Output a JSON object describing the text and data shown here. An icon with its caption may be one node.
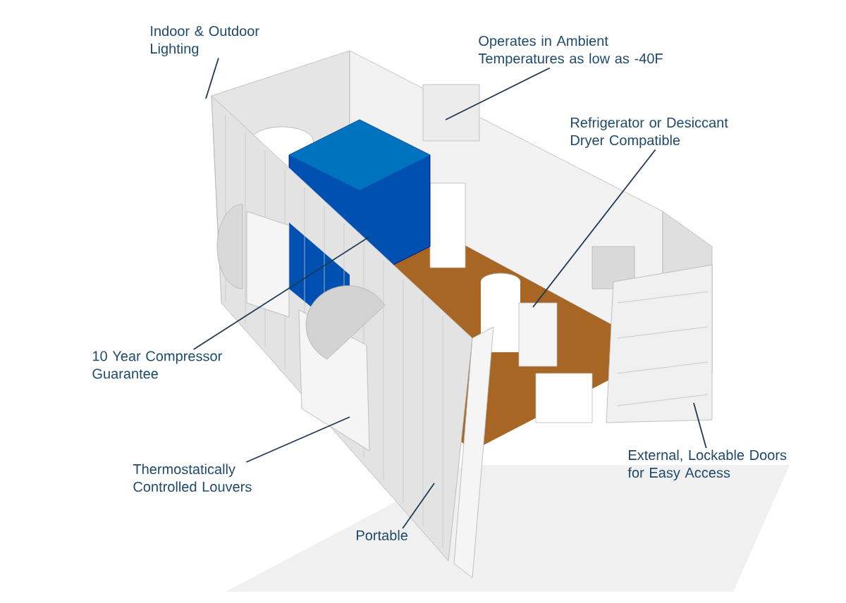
{
  "diagram": {
    "nodes": [
      {
        "text": [
          "Indoor & Outdoor Lighting"
        ]
      },
      {
        "text": [
          "Operates in Ambient Temperatures as low as -40F"
        ]
      },
      {
        "text": [
          "Refrigerator or Desiccant Dryer Compatible"
        ]
      },
      {
        "text": [
          "10 Year Compressor Guarantee"
        ]
      },
      {
        "text": [
          "Thermostatically Controlled Louvers"
        ]
      },
      {
        "text": [
          "Portable"
        ]
      },
      {
        "text": [
          "External, Lockable Doors for Easy Access"
        ]
      }
    ],
    "edges": [
      {
        "from": 0,
        "to": null,
        "arrow": "none"
      },
      {
        "from": 1,
        "to": null,
        "arrow": "none"
      },
      {
        "from": 2,
        "to": null,
        "arrow": "none"
      },
      {
        "from": 3,
        "to": null,
        "arrow": "none"
      },
      {
        "from": 4,
        "to": null,
        "arrow": "none"
      },
      {
        "from": 5,
        "to": null,
        "arrow": "none"
      },
      {
        "from": 6,
        "to": null,
        "arrow": "none"
      }
    ]
  }
}
